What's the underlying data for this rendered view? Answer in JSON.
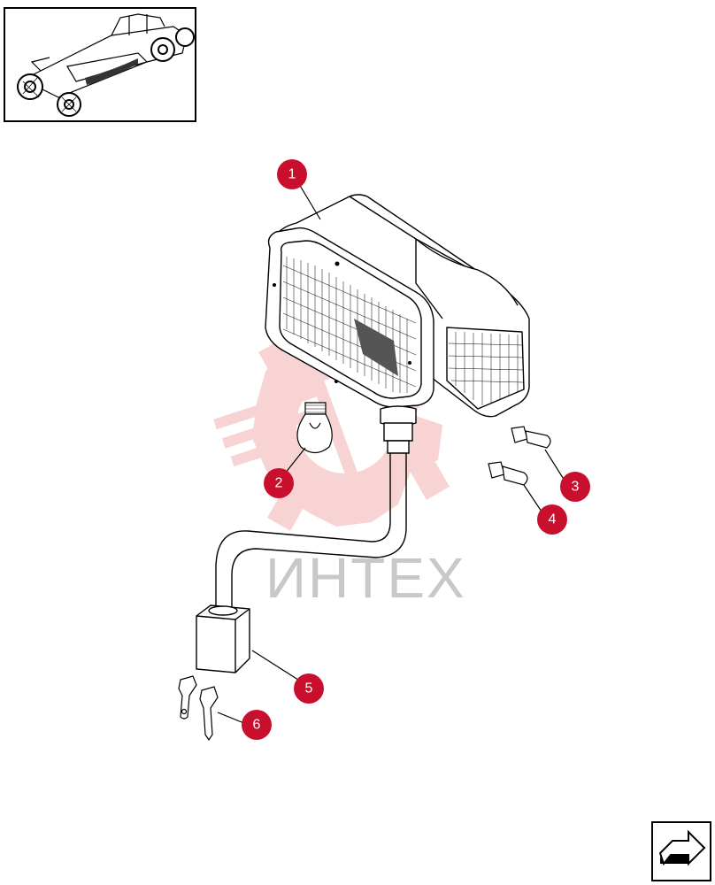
{
  "diagram": {
    "callouts": [
      {
        "id": "callout-1",
        "label": "1"
      },
      {
        "id": "callout-2",
        "label": "2"
      },
      {
        "id": "callout-3",
        "label": "3"
      },
      {
        "id": "callout-4",
        "label": "4"
      },
      {
        "id": "callout-5",
        "label": "5"
      },
      {
        "id": "callout-6",
        "label": "6"
      }
    ]
  },
  "watermark": {
    "text": "ИНТЕХ",
    "logo_color": "#f4b0b0",
    "text_color": "#c8c8c8"
  },
  "colors": {
    "callout": "#c8102e",
    "line": "#000000"
  },
  "icons": {
    "thumbnail": "motor-grader-thumbnail",
    "nav": "next-page-arrow-icon"
  }
}
